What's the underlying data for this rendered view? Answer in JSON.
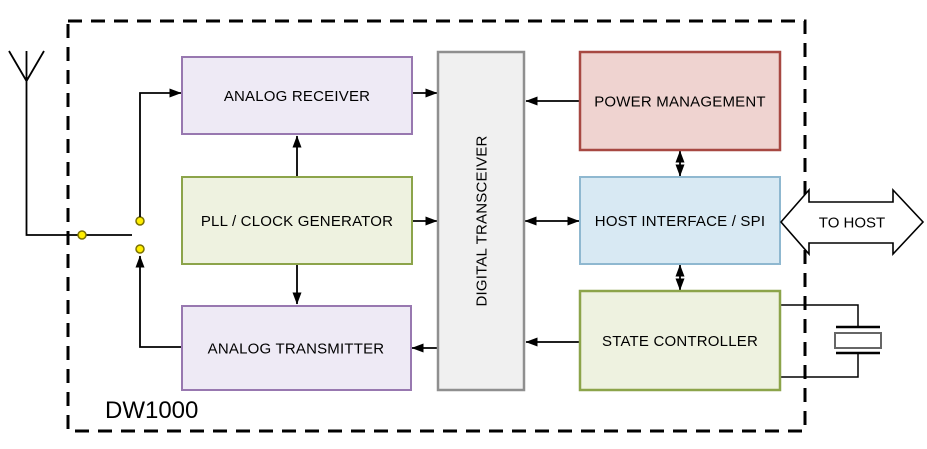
{
  "diagram": {
    "chip_label": "DW1000",
    "to_host_label": "TO HOST",
    "blocks": {
      "analog_receiver": {
        "label": "ANALOG RECEIVER",
        "fill": "#EEEAF5",
        "stroke": "#9878B0"
      },
      "pll_clock_generator": {
        "label": "PLL / CLOCK GENERATOR",
        "fill": "#EEF2E0",
        "stroke": "#8CA44A"
      },
      "analog_transmitter": {
        "label": "ANALOG TRANSMITTER",
        "fill": "#EEEAF5",
        "stroke": "#9878B0"
      },
      "digital_transceiver": {
        "label": "DIGITAL TRANSCEIVER",
        "fill": "#F0F0F0",
        "stroke": "#8F8F8F"
      },
      "power_management": {
        "label": "POWER MANAGEMENT",
        "fill": "#EFD3D0",
        "stroke": "#A74842"
      },
      "host_interface_spi": {
        "label": "HOST INTERFACE / SPI",
        "fill": "#D8E9F3",
        "stroke": "#8FB8D0"
      },
      "state_controller": {
        "label": "STATE CONTROLLER",
        "fill": "#EEF2E0",
        "stroke": "#8CA44A"
      }
    },
    "colors": {
      "line": "#000000",
      "chip_border": "#000000",
      "switch_node_fill": "#FFEE00",
      "switch_node_stroke": "#7A7000",
      "crystal_body_stroke": "#666666",
      "background": "#FFFFFF"
    },
    "icons": {
      "antenna": "antenna-icon",
      "rf_switch": "rf-switch-icon",
      "crystal": "crystal-oscillator-icon",
      "to_host": "to-host-double-arrow-icon"
    }
  }
}
